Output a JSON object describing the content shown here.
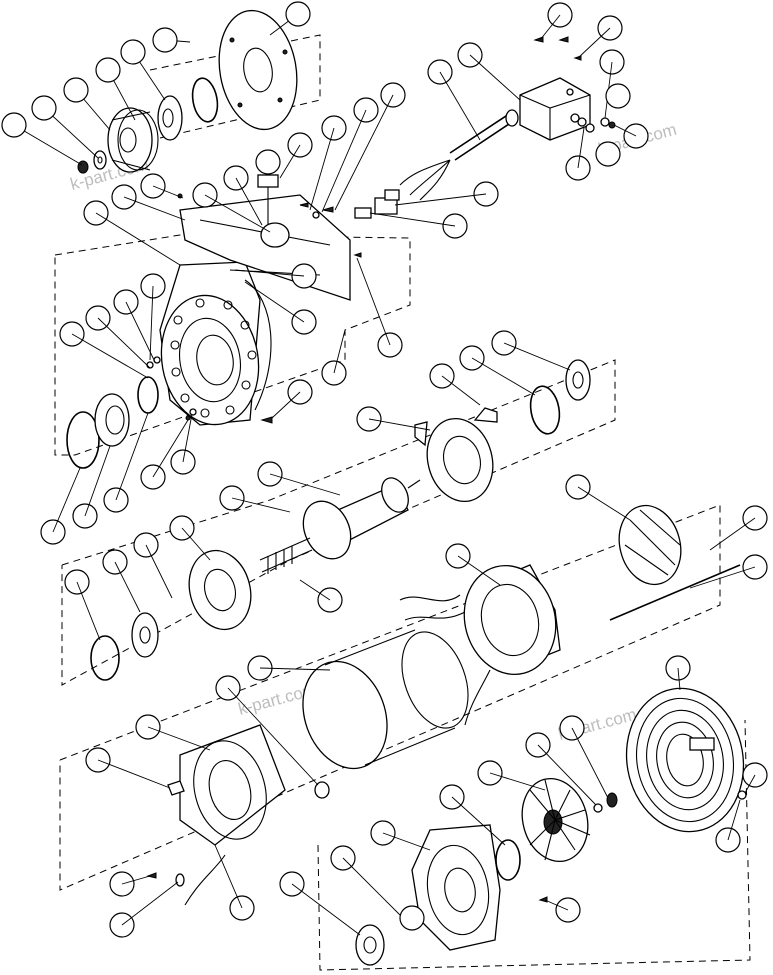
{
  "watermarks": [
    "k-part.com",
    "k-part.com",
    "k-part.com",
    "k-part.com"
  ],
  "colors": {
    "ink": "#000000",
    "background": "#ffffff",
    "watermark": "#bdbdbd"
  }
}
